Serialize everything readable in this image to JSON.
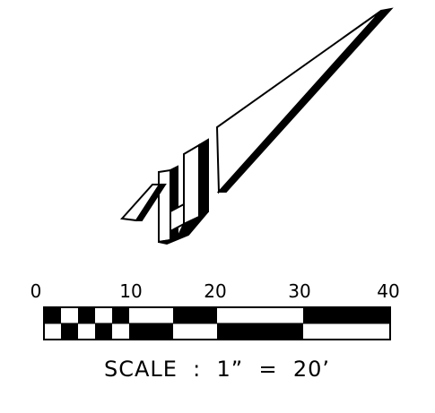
{
  "graphic_scale": {
    "tick_labels": [
      "0",
      "10",
      "20",
      "30",
      "40"
    ],
    "caption": "SCALE  :  1”  =  20’",
    "bar_colors": {
      "fill": "#000000",
      "blank": "#ffffff"
    }
  },
  "north_arrow": {
    "icon": "north-arrow-icon",
    "stroke": "#000000",
    "fill": "#ffffff",
    "shadow": "#000000"
  }
}
